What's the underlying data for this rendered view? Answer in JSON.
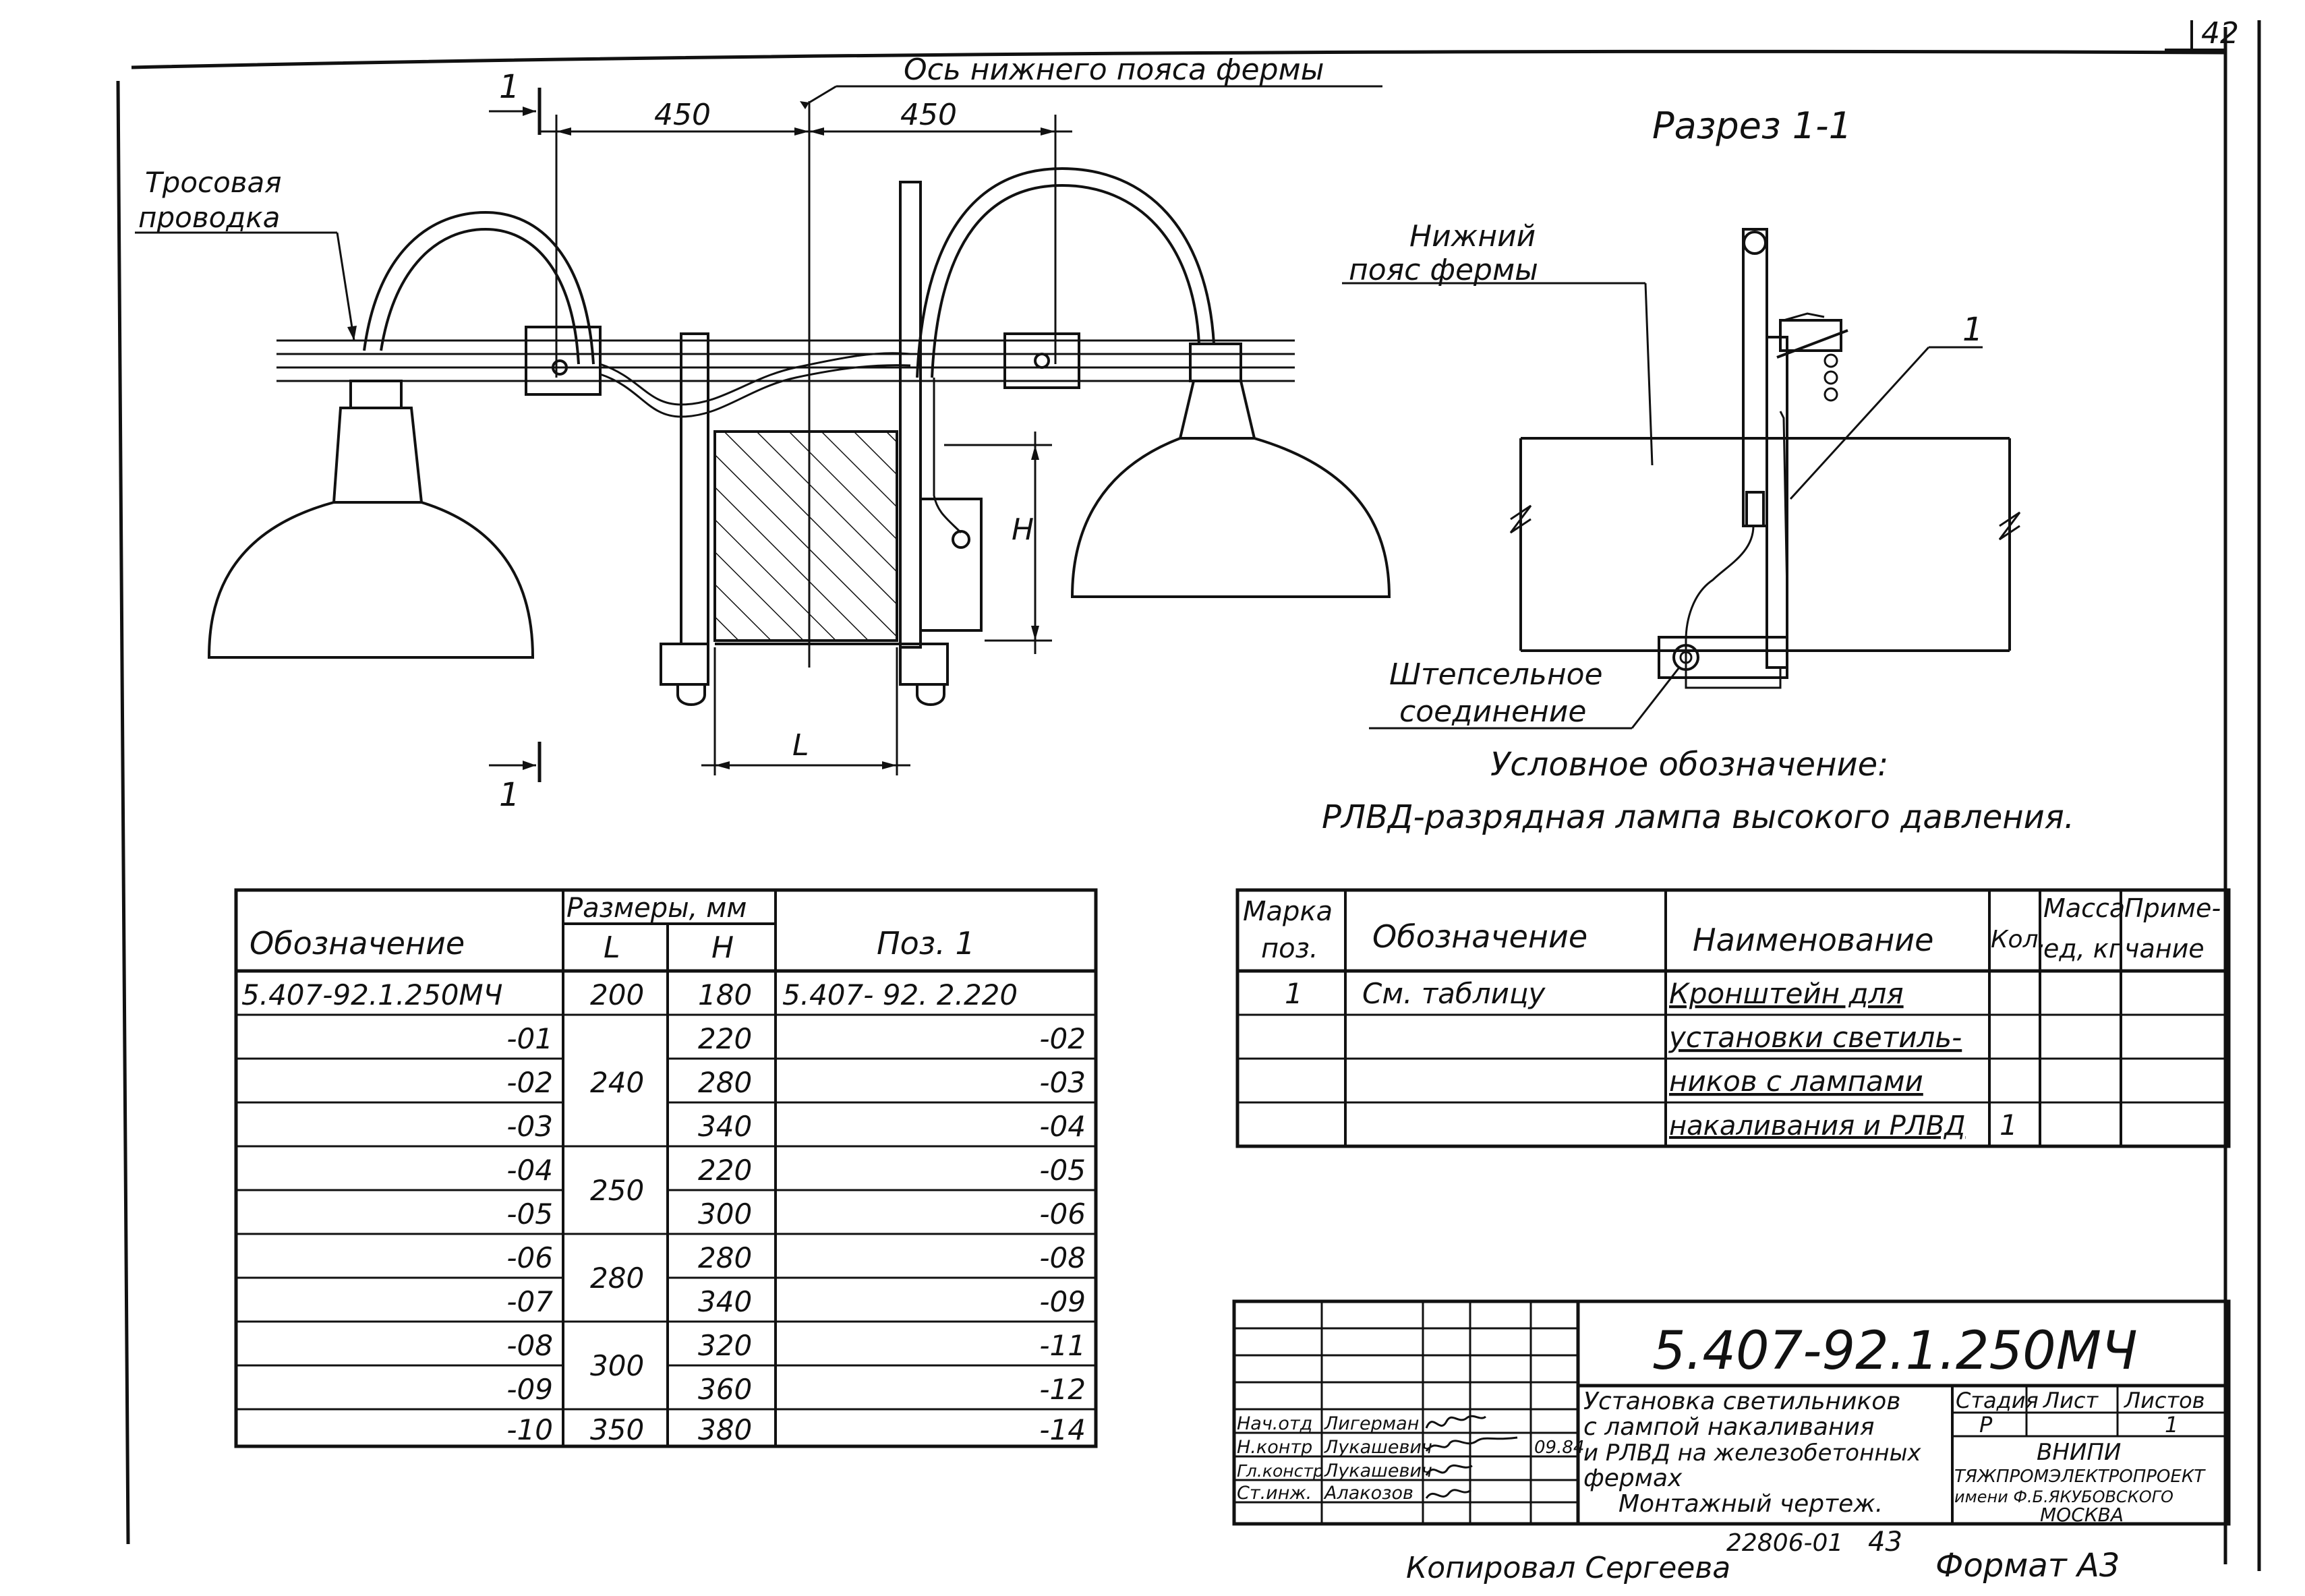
{
  "sheet": {
    "page_number": "42",
    "format": "Формат А3",
    "inventory": "22806-01",
    "page_ref": "43",
    "copied_by": "Копировал Сергеева"
  },
  "drawing": {
    "axis_label": "Ось нижнего пояса фермы",
    "dim_left": "450",
    "dim_right": "450",
    "cable_label_line1": "Тросовая",
    "cable_label_line2": "проводка",
    "dim_h": "H",
    "dim_l": "L",
    "cut_mark": "1"
  },
  "section": {
    "title": "Разрез 1-1",
    "chord_line1": "Нижний",
    "chord_line2": "пояс фермы",
    "pos_callout": "1",
    "plug_line1": "Штепсельное",
    "plug_line2": "соединение"
  },
  "notation": {
    "heading": "Условное обозначение:",
    "text": "РЛВД-разрядная лампа высокого давления."
  },
  "dim_table": {
    "col_designation": "Обозначение",
    "col_sizes": "Размеры, мм",
    "col_l": "L",
    "col_h": "H",
    "col_pos": "Поз. 1",
    "rows": [
      {
        "des": "5.407-92.1.250МЧ",
        "h": "180",
        "pos": "5.407- 92. 2.220"
      },
      {
        "des": "-01",
        "h": "220",
        "pos": "-02"
      },
      {
        "des": "-02",
        "h": "280",
        "pos": "-03"
      },
      {
        "des": "-03",
        "h": "340",
        "pos": "-04"
      },
      {
        "des": "-04",
        "h": "220",
        "pos": "-05"
      },
      {
        "des": "-05",
        "h": "300",
        "pos": "-06"
      },
      {
        "des": "-06",
        "h": "280",
        "pos": "-08"
      },
      {
        "des": "-07",
        "h": "340",
        "pos": "-09"
      },
      {
        "des": "-08",
        "h": "320",
        "pos": "-11"
      },
      {
        "des": "-09",
        "h": "360",
        "pos": "-12"
      },
      {
        "des": "-10",
        "h": "380",
        "pos": "-14"
      }
    ],
    "l_groups": [
      "200",
      "240",
      "250",
      "280",
      "300",
      "350"
    ]
  },
  "spec_table": {
    "col_mark_line1": "Марка",
    "col_mark_line2": "поз.",
    "col_designation": "Обозначение",
    "col_name": "Наименование",
    "col_qty": "Кол.",
    "col_mass_line1": "Масса",
    "col_mass_line2": "ед, кг",
    "col_note_line1": "Приме-",
    "col_note_line2": "чание",
    "row_mark": "1",
    "row_designation": "См. таблицу",
    "row_name_lines": [
      "Кронштейн для",
      "установки светиль-",
      "ников с лампами",
      "накаливания и РЛВД"
    ],
    "row_qty": "1"
  },
  "title_block": {
    "code": "5.407-92.1.250МЧ",
    "title_lines": [
      "Установка светильников",
      "с лампой накаливания",
      "и РЛВД на железобетонных",
      "фермах",
      "Монтажный чертеж."
    ],
    "stage_label": "Стадия",
    "sheet_label": "Лист",
    "sheets_label": "Листов",
    "stage_value": "Р",
    "sheets_value": "1",
    "org_lines": [
      "ВНИПИ",
      "ТЯЖПРОМЭЛЕКТРОПРОЕКТ",
      "имени Ф.Б.ЯКУБОВСКОГО",
      "МОСКВА"
    ],
    "signers": [
      {
        "role": "Нач.отд",
        "name": "Лигерман"
      },
      {
        "role": "Н.контр",
        "name": "Лукашевич"
      },
      {
        "role": "Гл.констр",
        "name": "Лукашевич"
      },
      {
        "role": "Ст.инж.",
        "name": "Алакозов"
      }
    ],
    "date": "09.84"
  }
}
